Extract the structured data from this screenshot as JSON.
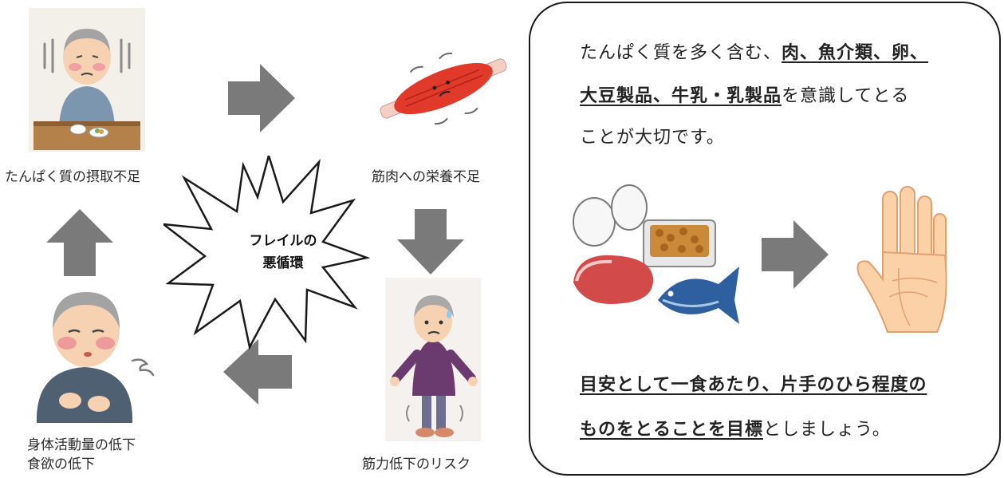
{
  "cycle": {
    "center": {
      "line1": "フレイルの",
      "line2": "悪循環"
    },
    "nodes": [
      {
        "id": "protein-intake",
        "lines": [
          "たんぱく質の摂取不足"
        ],
        "icon": "elderly-man-eating-icon"
      },
      {
        "id": "muscle-nutrition",
        "lines": [
          "筋肉への栄養不足"
        ],
        "icon": "muscle-icon"
      },
      {
        "id": "weakness-risk",
        "lines": [
          "筋力低下のリスク"
        ],
        "icon": "elderly-woman-falling-icon"
      },
      {
        "id": "activity-decline",
        "lines": [
          "身体活動量の低下",
          "食欲の低下"
        ],
        "icon": "tired-elderly-man-icon"
      }
    ],
    "arrow_color": "#7a7a7a"
  },
  "panel": {
    "intro": {
      "l1_plain": "たんぱく質を多く含む、",
      "l1_bold": "肉、魚介類、卵、",
      "l2_bold": "大豆製品、牛乳・乳製品",
      "l2_plain": "を意識してとる",
      "l3_plain": "ことが大切です。"
    },
    "foods_icon": "protein-foods-icon",
    "hand_icon": "palm-hand-icon",
    "goal": {
      "l1_bold": "目安として一食あたり、片手のひら程度の",
      "l2_bold": "ものをとることを目標",
      "l2_plain": "としましょう。"
    }
  }
}
